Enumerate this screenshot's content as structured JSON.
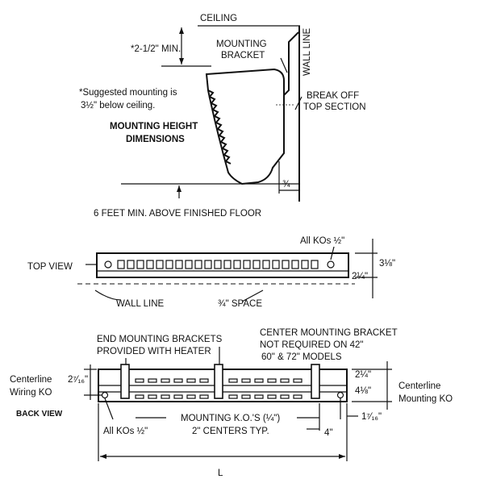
{
  "side_view": {
    "ceiling": "CEILING",
    "min_clearance": "*2-1/2\" MIN.",
    "mounting_bracket_1": "MOUNTING",
    "mounting_bracket_2": "BRACKET",
    "wall_line": "WALL LINE",
    "break_off_1": "BREAK OFF",
    "break_off_2": "TOP SECTION",
    "suggested_1": "*Suggested mounting is",
    "suggested_2": "3½\" below ceiling.",
    "height_title_1": "MOUNTING HEIGHT",
    "height_title_2": "DIMENSIONS",
    "gap": "¾",
    "floor_min": "6 FEET MIN. ABOVE FINISHED FLOOR"
  },
  "top_view": {
    "title": "TOP VIEW",
    "kos": "All KOs ½\"",
    "depth_outer": "3⅛\"",
    "depth_inner": "2¼\"",
    "wall_line": "WALL LINE",
    "space": "¾\" SPACE"
  },
  "back_view": {
    "end_brackets_1": "END MOUNTING BRACKETS",
    "end_brackets_2": "PROVIDED WITH HEATER",
    "center_bracket_1": "CENTER MOUNTING BRACKET",
    "center_bracket_2": "NOT REQUIRED ON 42\"",
    "center_bracket_3": "60\" & 72\" MODELS",
    "centerline_left_1": "Centerline",
    "centerline_left_2": "Wiring KO",
    "left_dim": "2⁷⁄₁₆\"",
    "title": "BACK VIEW",
    "kos": "All KOs ½\"",
    "mounting_kos_1": "MOUNTING K.O.'S (¼\")",
    "mounting_kos_2": "2\" CENTERS TYP.",
    "right_dim_top": "2¼\"",
    "right_dim_mid": "4⅛\"",
    "centerline_right_1": "Centerline",
    "centerline_right_2": "Mounting KO",
    "right_offset": "1⁷⁄₁₆\"",
    "four_in": "4\"",
    "length": "L"
  }
}
